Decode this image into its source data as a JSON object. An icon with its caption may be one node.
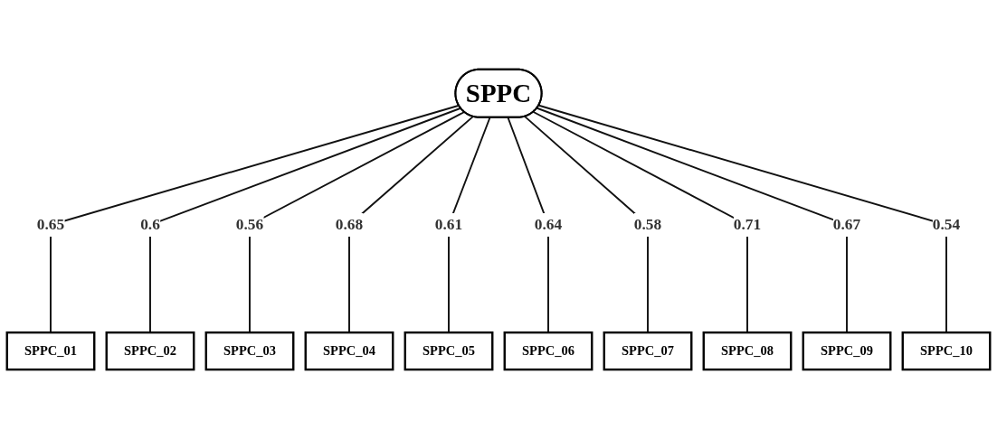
{
  "diagram": {
    "nodes": [
      {
        "text": [
          "SPPC"
        ]
      },
      {
        "text": [
          "SPPC_01"
        ]
      },
      {
        "text": [
          "SPPC_02"
        ]
      },
      {
        "text": [
          "SPPC_03"
        ]
      },
      {
        "text": [
          "SPPC_04"
        ]
      },
      {
        "text": [
          "SPPC_05"
        ]
      },
      {
        "text": [
          "SPPC_06"
        ]
      },
      {
        "text": [
          "SPPC_07"
        ]
      },
      {
        "text": [
          "SPPC_08"
        ]
      },
      {
        "text": [
          "SPPC_09"
        ]
      },
      {
        "text": [
          "SPPC_10"
        ]
      }
    ],
    "edges": [
      {
        "from": 0,
        "to": 1,
        "arrow": "none",
        "label": "0.65"
      },
      {
        "from": 0,
        "to": 2,
        "arrow": "none",
        "label": "0.6"
      },
      {
        "from": 0,
        "to": 3,
        "arrow": "none",
        "label": "0.56"
      },
      {
        "from": 0,
        "to": 4,
        "arrow": "none",
        "label": "0.68"
      },
      {
        "from": 0,
        "to": 5,
        "arrow": "none",
        "label": "0.61"
      },
      {
        "from": 0,
        "to": 6,
        "arrow": "none",
        "label": "0.64"
      },
      {
        "from": 0,
        "to": 7,
        "arrow": "none",
        "label": "0.58"
      },
      {
        "from": 0,
        "to": 8,
        "arrow": "none",
        "label": "0.71"
      },
      {
        "from": 0,
        "to": 9,
        "arrow": "none",
        "label": "0.67"
      },
      {
        "from": 0,
        "to": 10,
        "arrow": "none",
        "label": "0.54"
      }
    ]
  }
}
